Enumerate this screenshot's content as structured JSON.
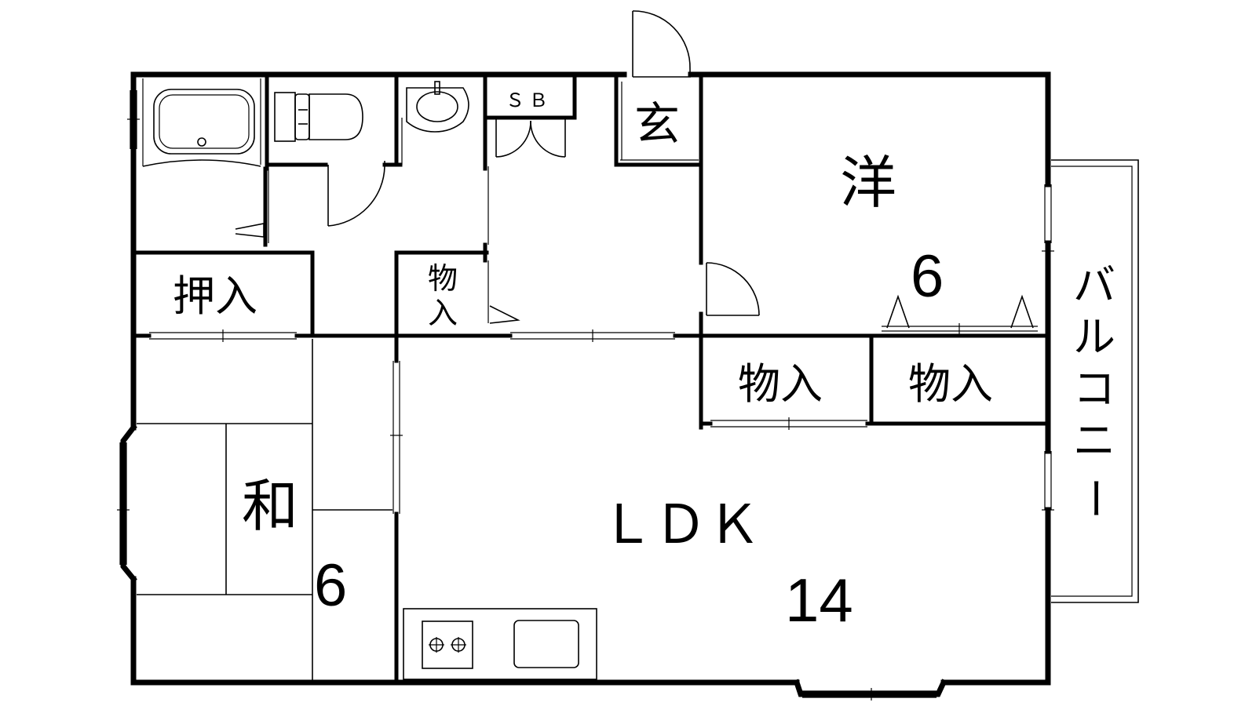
{
  "rooms": {
    "genkan": {
      "label": "玄"
    },
    "yoshitsu": {
      "label": "洋",
      "size": "6"
    },
    "washitsu": {
      "label": "和",
      "size": "6"
    },
    "ldk": {
      "label": "ＬＤＫ",
      "size": "14"
    },
    "oshiire": {
      "label": "押入"
    },
    "monoire_small_top": "物",
    "monoire_small_bottom": "入",
    "monoire_left": "物入",
    "monoire_right": "物入",
    "shoe_box": "ＳＢ"
  },
  "balcony": {
    "chars": [
      "バ",
      "ル",
      "コ",
      "ニ",
      "ー"
    ]
  }
}
